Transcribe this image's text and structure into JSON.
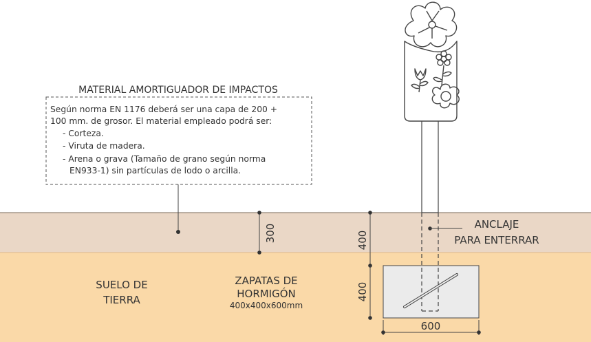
{
  "title": "MATERIAL AMORTIGUADOR DE IMPACTOS",
  "note": {
    "line1": "Según norma EN 1176 deberá ser una capa de 200 +",
    "line2": "100 mm. de grosor. El material empleado podrá ser:",
    "items": [
      "- Corteza.",
      "- Viruta de madera.",
      "- Arena o grava (Tamaño de grano según norma",
      "EN933-1) sin partículas de lodo o arcilla."
    ]
  },
  "dims": {
    "impact_layer": "300",
    "burial_depth": "400",
    "footing_height": "400",
    "footing_width": "600"
  },
  "anchor": {
    "line1": "ANCLAJE",
    "line2": "PARA ENTERRAR"
  },
  "soil": {
    "line1": "SUELO DE",
    "line2": "TIERRA"
  },
  "footing": {
    "line1": "ZAPATAS DE",
    "line2": "HORMIGÓN",
    "size": "400x400x600mm"
  },
  "colors": {
    "impact_layer": "#ead7c6",
    "soil": "#fad9a8",
    "concrete": "#ebebeb",
    "line": "#333333"
  }
}
